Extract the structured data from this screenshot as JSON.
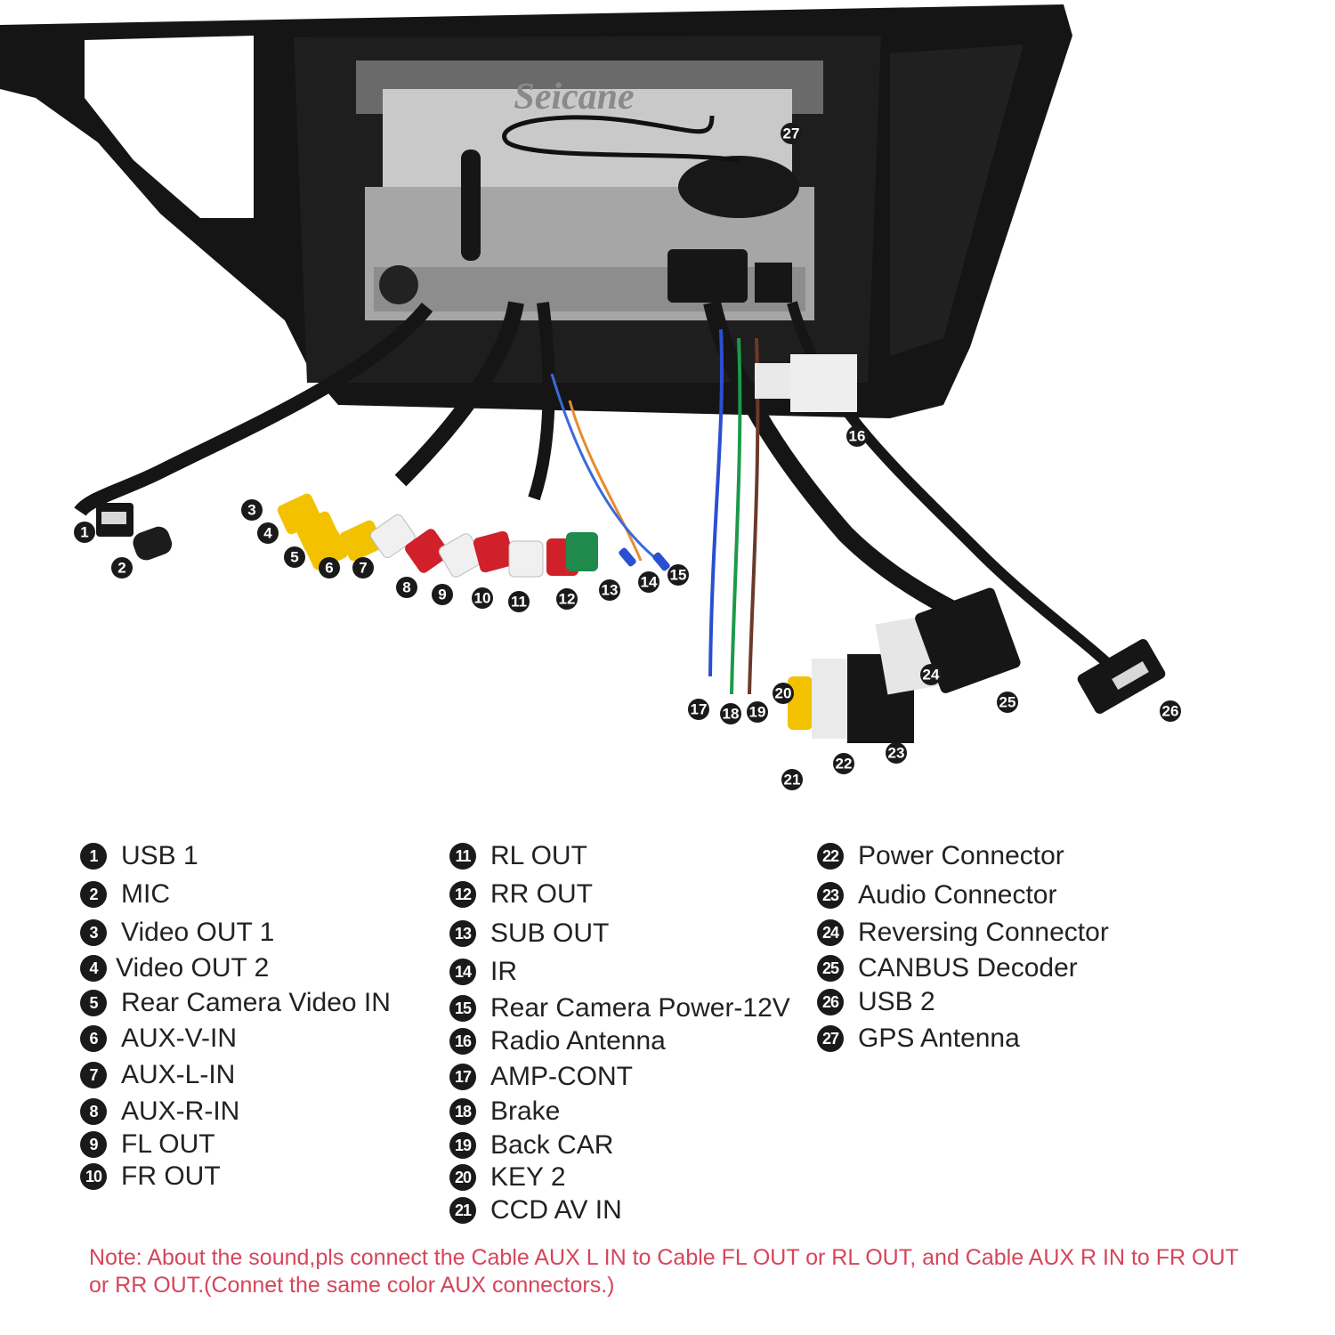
{
  "brand": "Seicane",
  "callout_numbers": [
    "1",
    "2",
    "3",
    "4",
    "5",
    "6",
    "7",
    "8",
    "9",
    "10",
    "11",
    "12",
    "13",
    "14",
    "15",
    "16",
    "17",
    "18",
    "19",
    "20",
    "21",
    "22",
    "23",
    "24",
    "25",
    "26",
    "27"
  ],
  "legend": {
    "col1": [
      {
        "num": "1",
        "label": "USB 1"
      },
      {
        "num": "2",
        "label": "MIC"
      },
      {
        "num": "3",
        "label": "Video OUT 1"
      },
      {
        "num": "4",
        "label": "Video OUT 2"
      },
      {
        "num": "5",
        "label": "Rear Camera Video IN"
      },
      {
        "num": "6",
        "label": "AUX-V-IN"
      },
      {
        "num": "7",
        "label": "AUX-L-IN"
      },
      {
        "num": "8",
        "label": "AUX-R-IN"
      },
      {
        "num": "9",
        "label": "FL OUT"
      },
      {
        "num": "10",
        "label": "FR OUT"
      }
    ],
    "col2": [
      {
        "num": "11",
        "label": "RL OUT"
      },
      {
        "num": "12",
        "label": "RR OUT"
      },
      {
        "num": "13",
        "label": "SUB OUT"
      },
      {
        "num": "14",
        "label": "IR"
      },
      {
        "num": "15",
        "label": "Rear Camera Power-12V"
      },
      {
        "num": "16",
        "label": "Radio Antenna"
      },
      {
        "num": "17",
        "label": "AMP-CONT"
      },
      {
        "num": "18",
        "label": "Brake"
      },
      {
        "num": "19",
        "label": "Back CAR"
      },
      {
        "num": "20",
        "label": "KEY 2"
      },
      {
        "num": "21",
        "label": "CCD AV IN"
      }
    ],
    "col3": [
      {
        "num": "22",
        "label": "Power Connector"
      },
      {
        "num": "23",
        "label": "Audio Connector"
      },
      {
        "num": "24",
        "label": "Reversing Connector"
      },
      {
        "num": "25",
        "label": "CANBUS Decoder"
      },
      {
        "num": "26",
        "label": "USB 2"
      },
      {
        "num": "27",
        "label": "GPS Antenna"
      }
    ]
  },
  "note": "Note: About the sound,pls connect the Cable AUX L IN to Cable FL OUT or RL OUT, and Cable AUX R IN to FR OUT or RR OUT.(Connet the same color AUX connectors.)",
  "colors": {
    "note_text": "#d6455a",
    "badge": "#1a1a1a",
    "rca_yellow": "#f2c200",
    "rca_white": "#f0f0f0",
    "rca_red": "#d0202a",
    "rca_green": "#1f8a4c"
  }
}
